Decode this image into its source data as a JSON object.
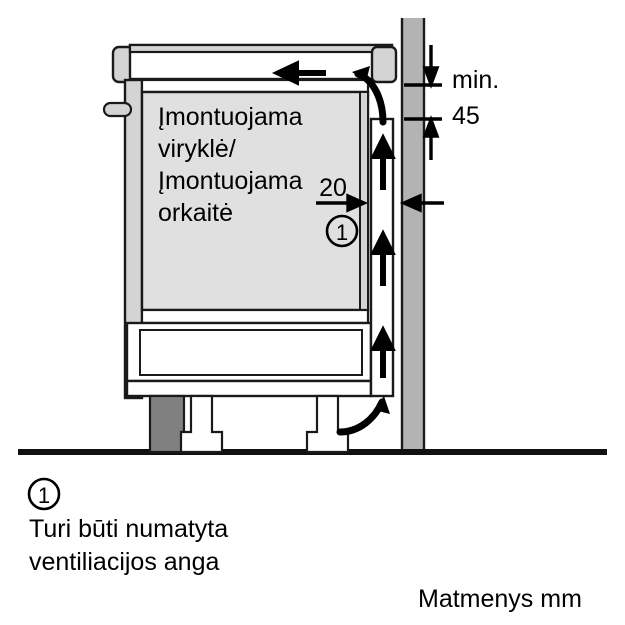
{
  "figure": {
    "title_text": "",
    "appliance_label_lines": [
      "Įmontuojama",
      "viryklė/",
      "Įmontuojama",
      "orkaitė"
    ],
    "appliance_label_line1": "Įmontuojama",
    "appliance_label_line2": "viryklė/",
    "appliance_label_line3": "Įmontuojama",
    "appliance_label_line4": "orkaitė"
  },
  "dimensions": {
    "gap_min_label": "min.",
    "gap_min_value": "45",
    "wall_clearance_value": "20"
  },
  "callouts": {
    "marker_one": "1",
    "marker_one_note": "1"
  },
  "notes": {
    "footnote_line1": "Turi būti numatyta",
    "footnote_line2": "ventiliacijos anga",
    "units_label": "Matmenys mm"
  },
  "colors": {
    "outline": "#1a1a1a",
    "wall_fill": "#b3b3b3",
    "cavity_fill": "#e0e0e0",
    "panel_fill": "#d4d4d4",
    "plinth_fill": "#808080",
    "white_fill": "#ffffff",
    "floor_line": "#111111"
  },
  "icons": {
    "airflow_up": "up-arrow-icon",
    "airflow_left": "left-arrow-icon",
    "airflow_curve_top": "curved-arrow-icon",
    "airflow_curve_bottom": "curved-arrow-icon",
    "dim_arrow_down": "dimension-arrow-icon",
    "dim_arrow_up": "dimension-arrow-icon",
    "dim_arrow_right": "dimension-arrow-icon",
    "dim_arrow_left": "dimension-arrow-icon"
  }
}
